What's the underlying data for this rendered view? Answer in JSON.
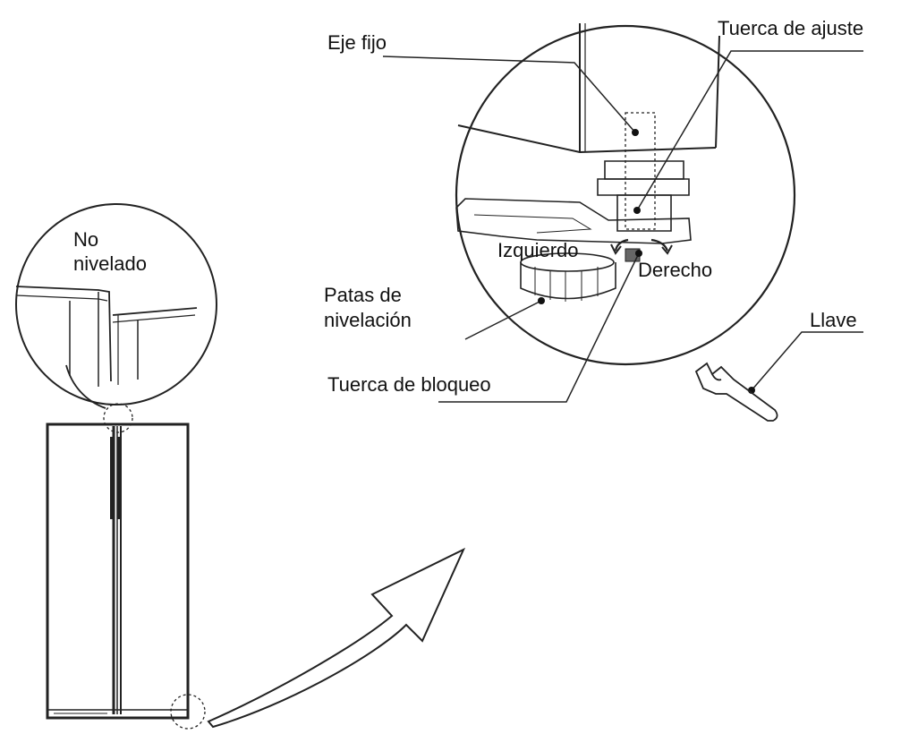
{
  "labels": {
    "eje_fijo": "Eje fijo",
    "tuerca_ajuste": "Tuerca de ajuste",
    "no": "No",
    "nivelado": "nivelado",
    "izquierdo": "Izquierdo",
    "derecho": "Derecho",
    "patas_line1": "Patas de",
    "patas_line2": "nivelación",
    "llave": "Llave",
    "tuerca_bloqueo": "Tuerca de bloqueo"
  }
}
